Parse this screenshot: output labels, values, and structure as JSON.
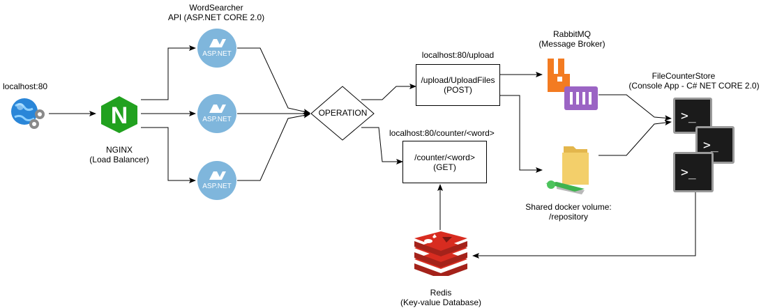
{
  "labels": {
    "localhost": "localhost:80",
    "api_title_1": "WordSearcher",
    "api_title_2": "API (ASP.NET CORE 2.0)",
    "nginx_1": "NGINX",
    "nginx_2": "(Load Balancer)",
    "operation": "OPERATION",
    "upload_url": "localhost:80/upload",
    "counter_url": "localhost:80/counter/<word>",
    "upload_box_1": "/upload/UploadFiles",
    "upload_box_2": "(POST)",
    "counter_box_1": "/counter/<word>",
    "counter_box_2": "(GET)",
    "rabbit_1": "RabbitMQ",
    "rabbit_2": "(Message Broker)",
    "store_1": "FileCounterStore",
    "store_2": "(Console App - C# NET CORE 2.0)",
    "shared_1": "Shared docker volume:",
    "shared_2": "/repository",
    "redis_1": "Redis",
    "redis_2": "(Key-value Database)",
    "aspnet_text": "ASP.NET",
    "nginx_letter": "N",
    "console_prompt": ">_"
  },
  "colors": {
    "aspnet_blue": "#7fb6dc",
    "nginx_green": "#21a11f",
    "rabbit_orange": "#f37b21",
    "rabbit_purple": "#9b64c4",
    "redis_red": "#d82c20",
    "folder_yellow": "#f3cf6a",
    "console_dark": "#1b1b1b",
    "globe_blue": "#2a86d8"
  },
  "icons": [
    "globe-gear-icon",
    "nginx-icon",
    "aspnet-icon",
    "rabbitmq-icon",
    "console-icon",
    "folder-icon",
    "redis-icon"
  ]
}
